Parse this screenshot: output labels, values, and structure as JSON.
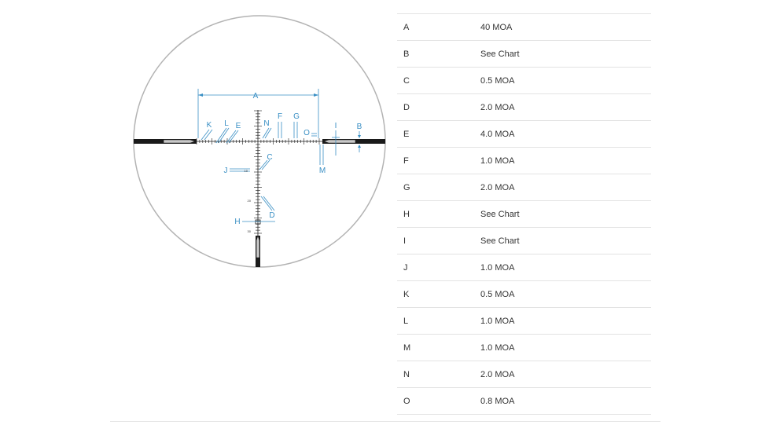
{
  "reticle": {
    "labels": [
      "A",
      "K",
      "L",
      "E",
      "N",
      "F",
      "G",
      "O",
      "I",
      "B",
      "C",
      "J",
      "M",
      "D",
      "H"
    ],
    "hash_numbers": [
      "10",
      "10",
      "20",
      "30"
    ],
    "colors": {
      "callout": "#3a8fc4",
      "reticle": "#1a1a1a",
      "post_fill": "#c9c9c9",
      "ring": "#b3b3b3"
    }
  },
  "specs": [
    {
      "key": "A",
      "value": "40 MOA"
    },
    {
      "key": "B",
      "value": "See Chart"
    },
    {
      "key": "C",
      "value": "0.5 MOA"
    },
    {
      "key": "D",
      "value": "2.0 MOA"
    },
    {
      "key": "E",
      "value": "4.0 MOA"
    },
    {
      "key": "F",
      "value": "1.0 MOA"
    },
    {
      "key": "G",
      "value": "2.0 MOA"
    },
    {
      "key": "H",
      "value": "See Chart"
    },
    {
      "key": "I",
      "value": "See Chart"
    },
    {
      "key": "J",
      "value": "1.0 MOA"
    },
    {
      "key": "K",
      "value": "0.5 MOA"
    },
    {
      "key": "L",
      "value": "1.0 MOA"
    },
    {
      "key": "M",
      "value": "1.0 MOA"
    },
    {
      "key": "N",
      "value": "2.0 MOA"
    },
    {
      "key": "O",
      "value": "0.8 MOA"
    }
  ]
}
